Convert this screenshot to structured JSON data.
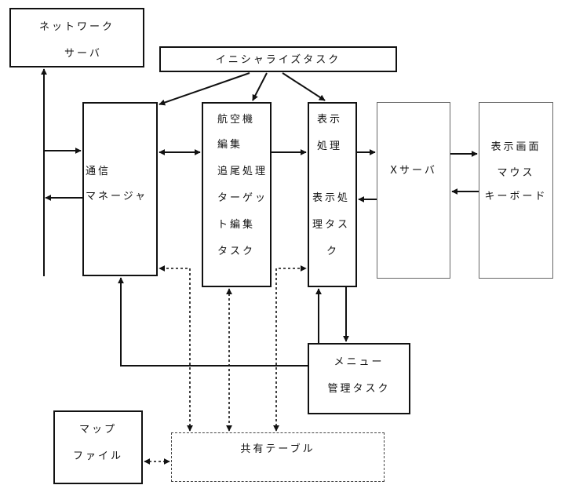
{
  "diagram": {
    "network_server": {
      "lines": [
        "ネットワーク",
        "サーバ"
      ]
    },
    "init_task": {
      "label": "イニシャライズタスク"
    },
    "comm_manager": {
      "lines": [
        "通信",
        "マネージャ"
      ]
    },
    "aircraft_task": {
      "lines": [
        "航空機",
        "編集",
        "追尾処理",
        "ターゲッ",
        "ト編集",
        "タスク"
      ]
    },
    "display_task": {
      "lines": [
        "表示",
        "処理",
        "表示処",
        "理タス",
        "ク"
      ]
    },
    "x_server": {
      "label": "Xサーバ"
    },
    "screen_devices": {
      "lines": [
        "表示画面",
        "マウス",
        "キーボード"
      ]
    },
    "menu_task": {
      "lines": [
        "メニュー",
        "管理タスク"
      ]
    },
    "map_file": {
      "lines": [
        "マップ",
        "ファイル"
      ]
    },
    "shared_table": {
      "label": "共有テーブル"
    }
  }
}
